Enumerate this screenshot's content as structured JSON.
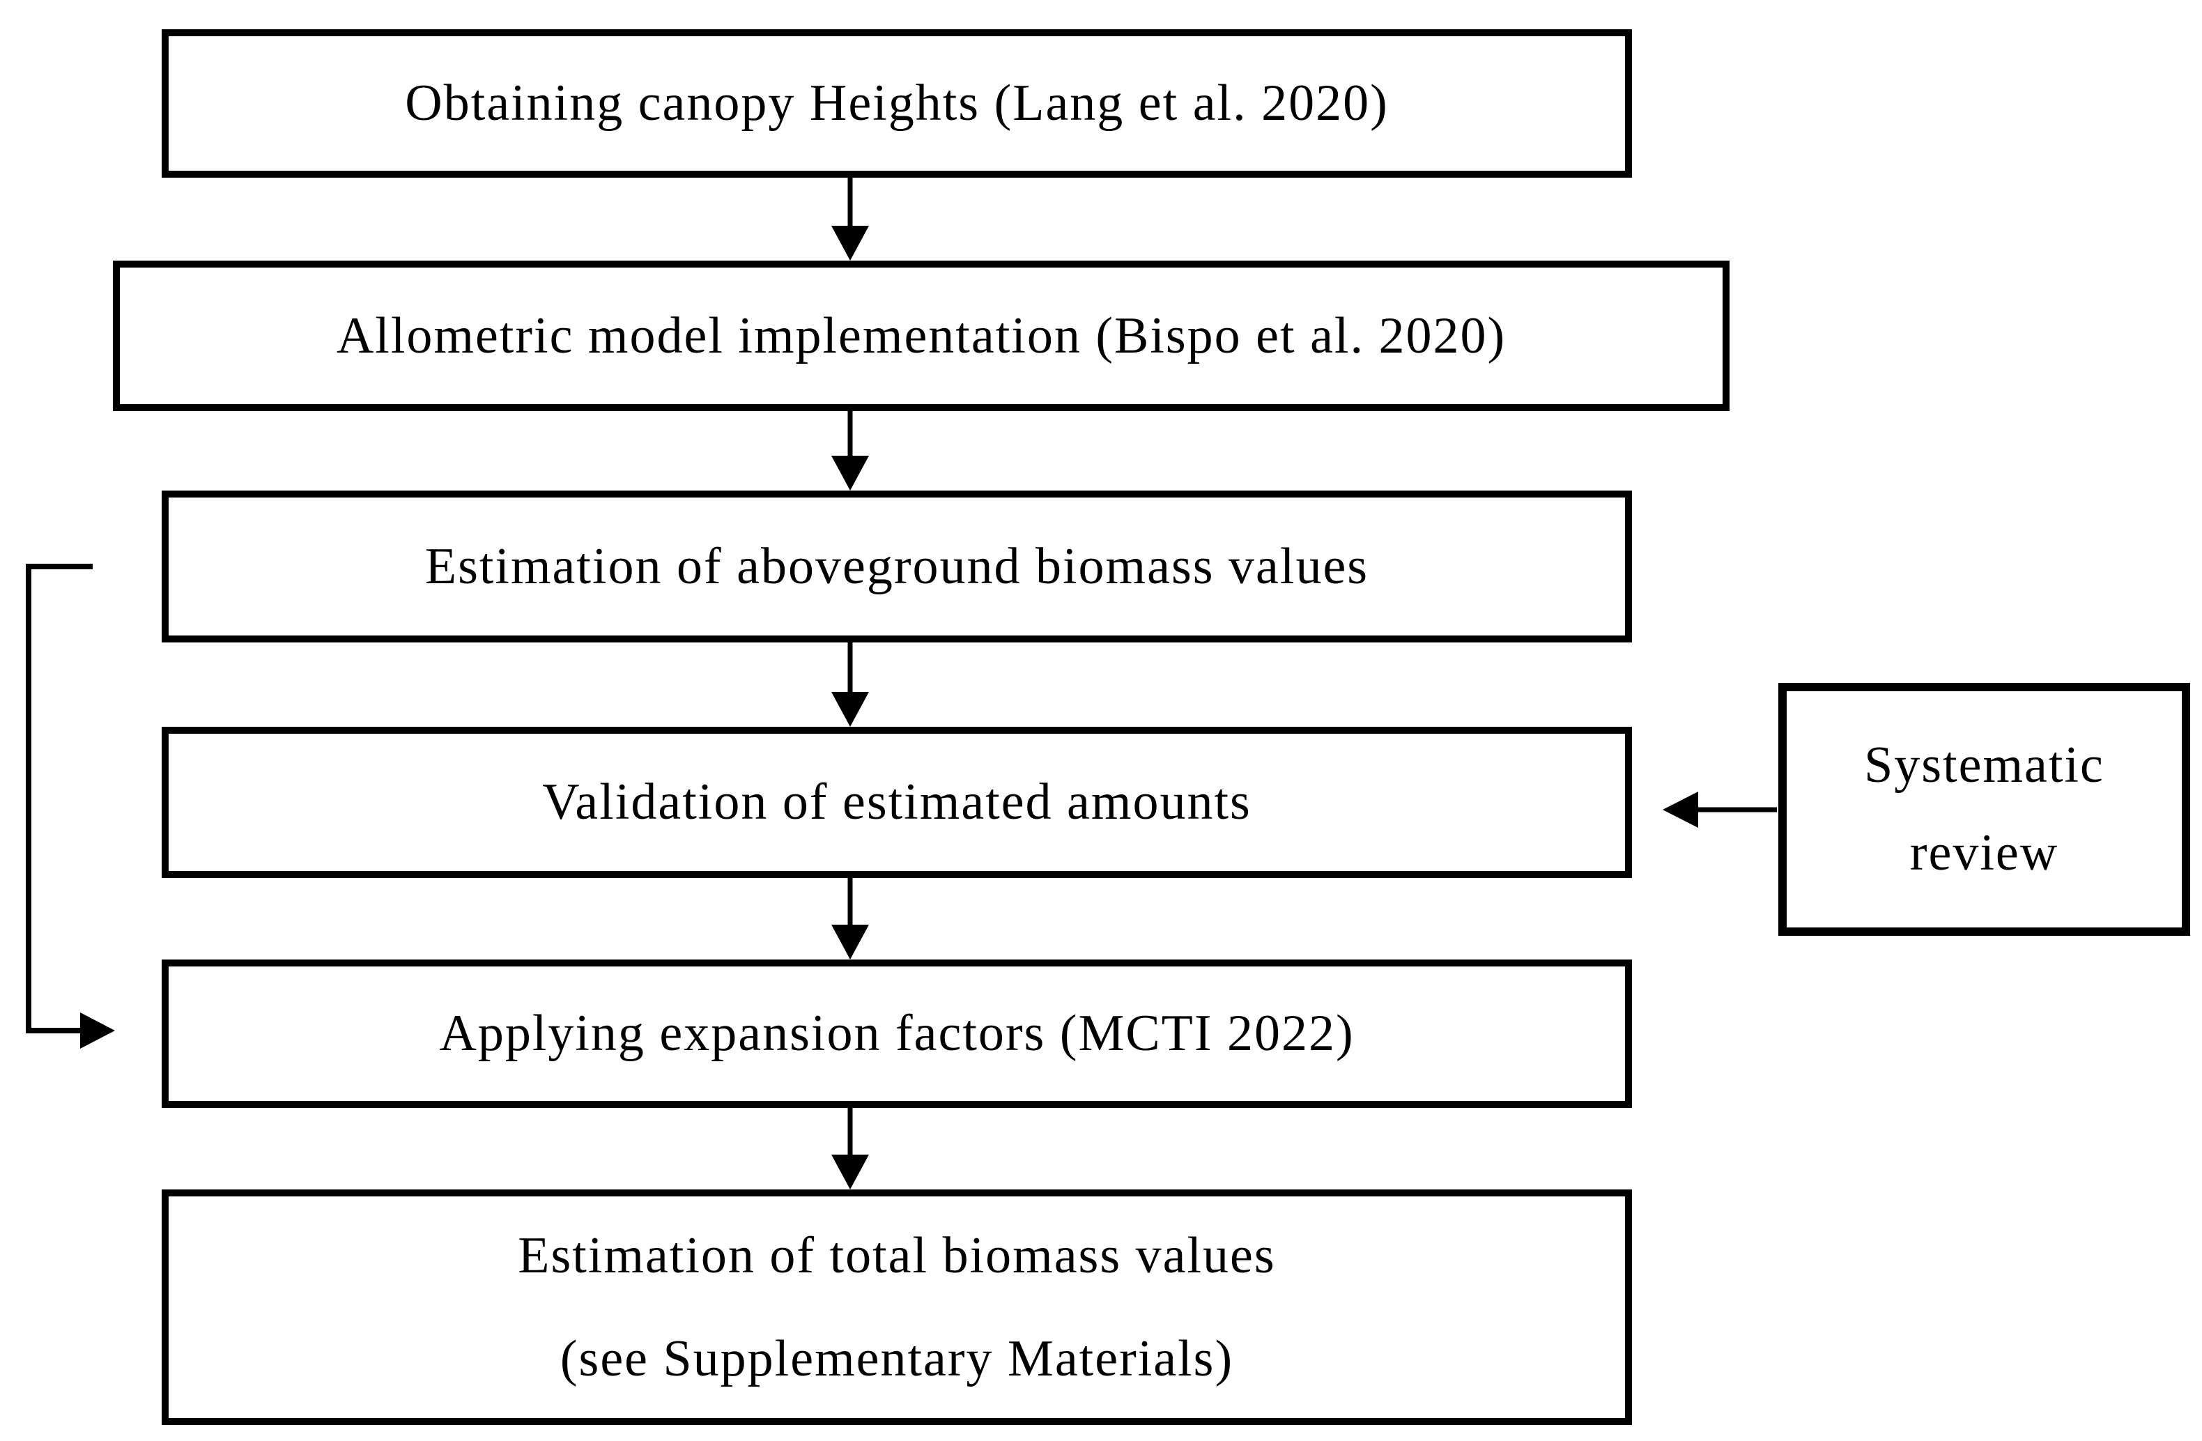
{
  "diagram": {
    "boxes": {
      "canopy": "Obtaining canopy Heights (Lang et al. 2020)",
      "allometric": "Allometric model implementation (Bispo et al. 2020)",
      "agb": "Estimation of aboveground biomass values",
      "validation": "Validation of estimated amounts",
      "expansion": "Applying expansion factors (MCTI 2022)",
      "total_line1": "Estimation of total biomass values",
      "total_line2": "(see Supplementary Materials)",
      "systematic_line1": "Systematic",
      "systematic_line2": "review"
    },
    "colors": {
      "border": "#000000",
      "background": "#ffffff",
      "text": "#000000",
      "arrow": "#000000"
    }
  }
}
